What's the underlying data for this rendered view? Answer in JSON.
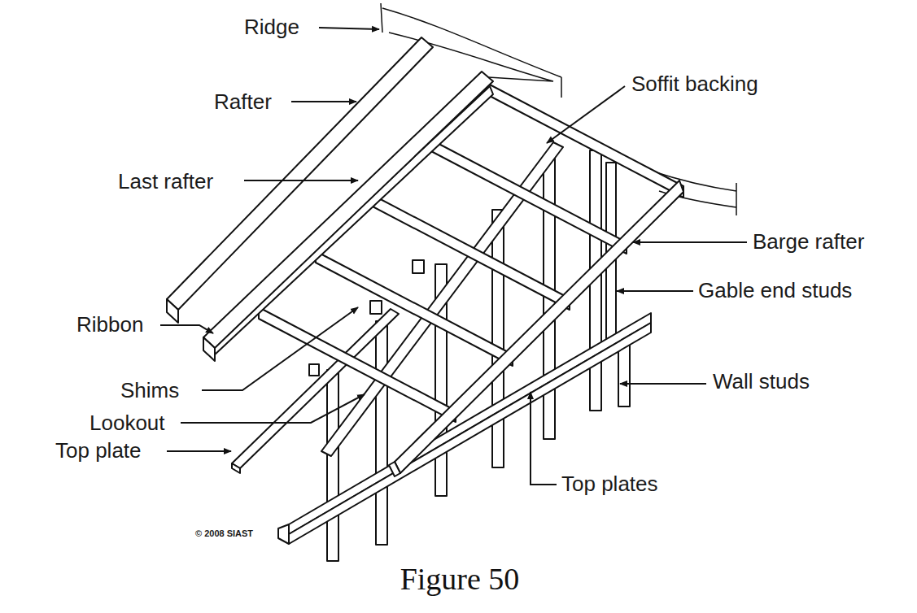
{
  "diagram": {
    "caption": "Figure 50",
    "labels": [
      "Ridge",
      "Rafter",
      "Last rafter",
      "Ribbon",
      "Shims",
      "Lookout",
      "Top plate",
      "Soffit backing",
      "Barge rafter",
      "Gable end studs",
      "Wall studs",
      "Top plates",
      "© 2008 SIAST"
    ]
  }
}
